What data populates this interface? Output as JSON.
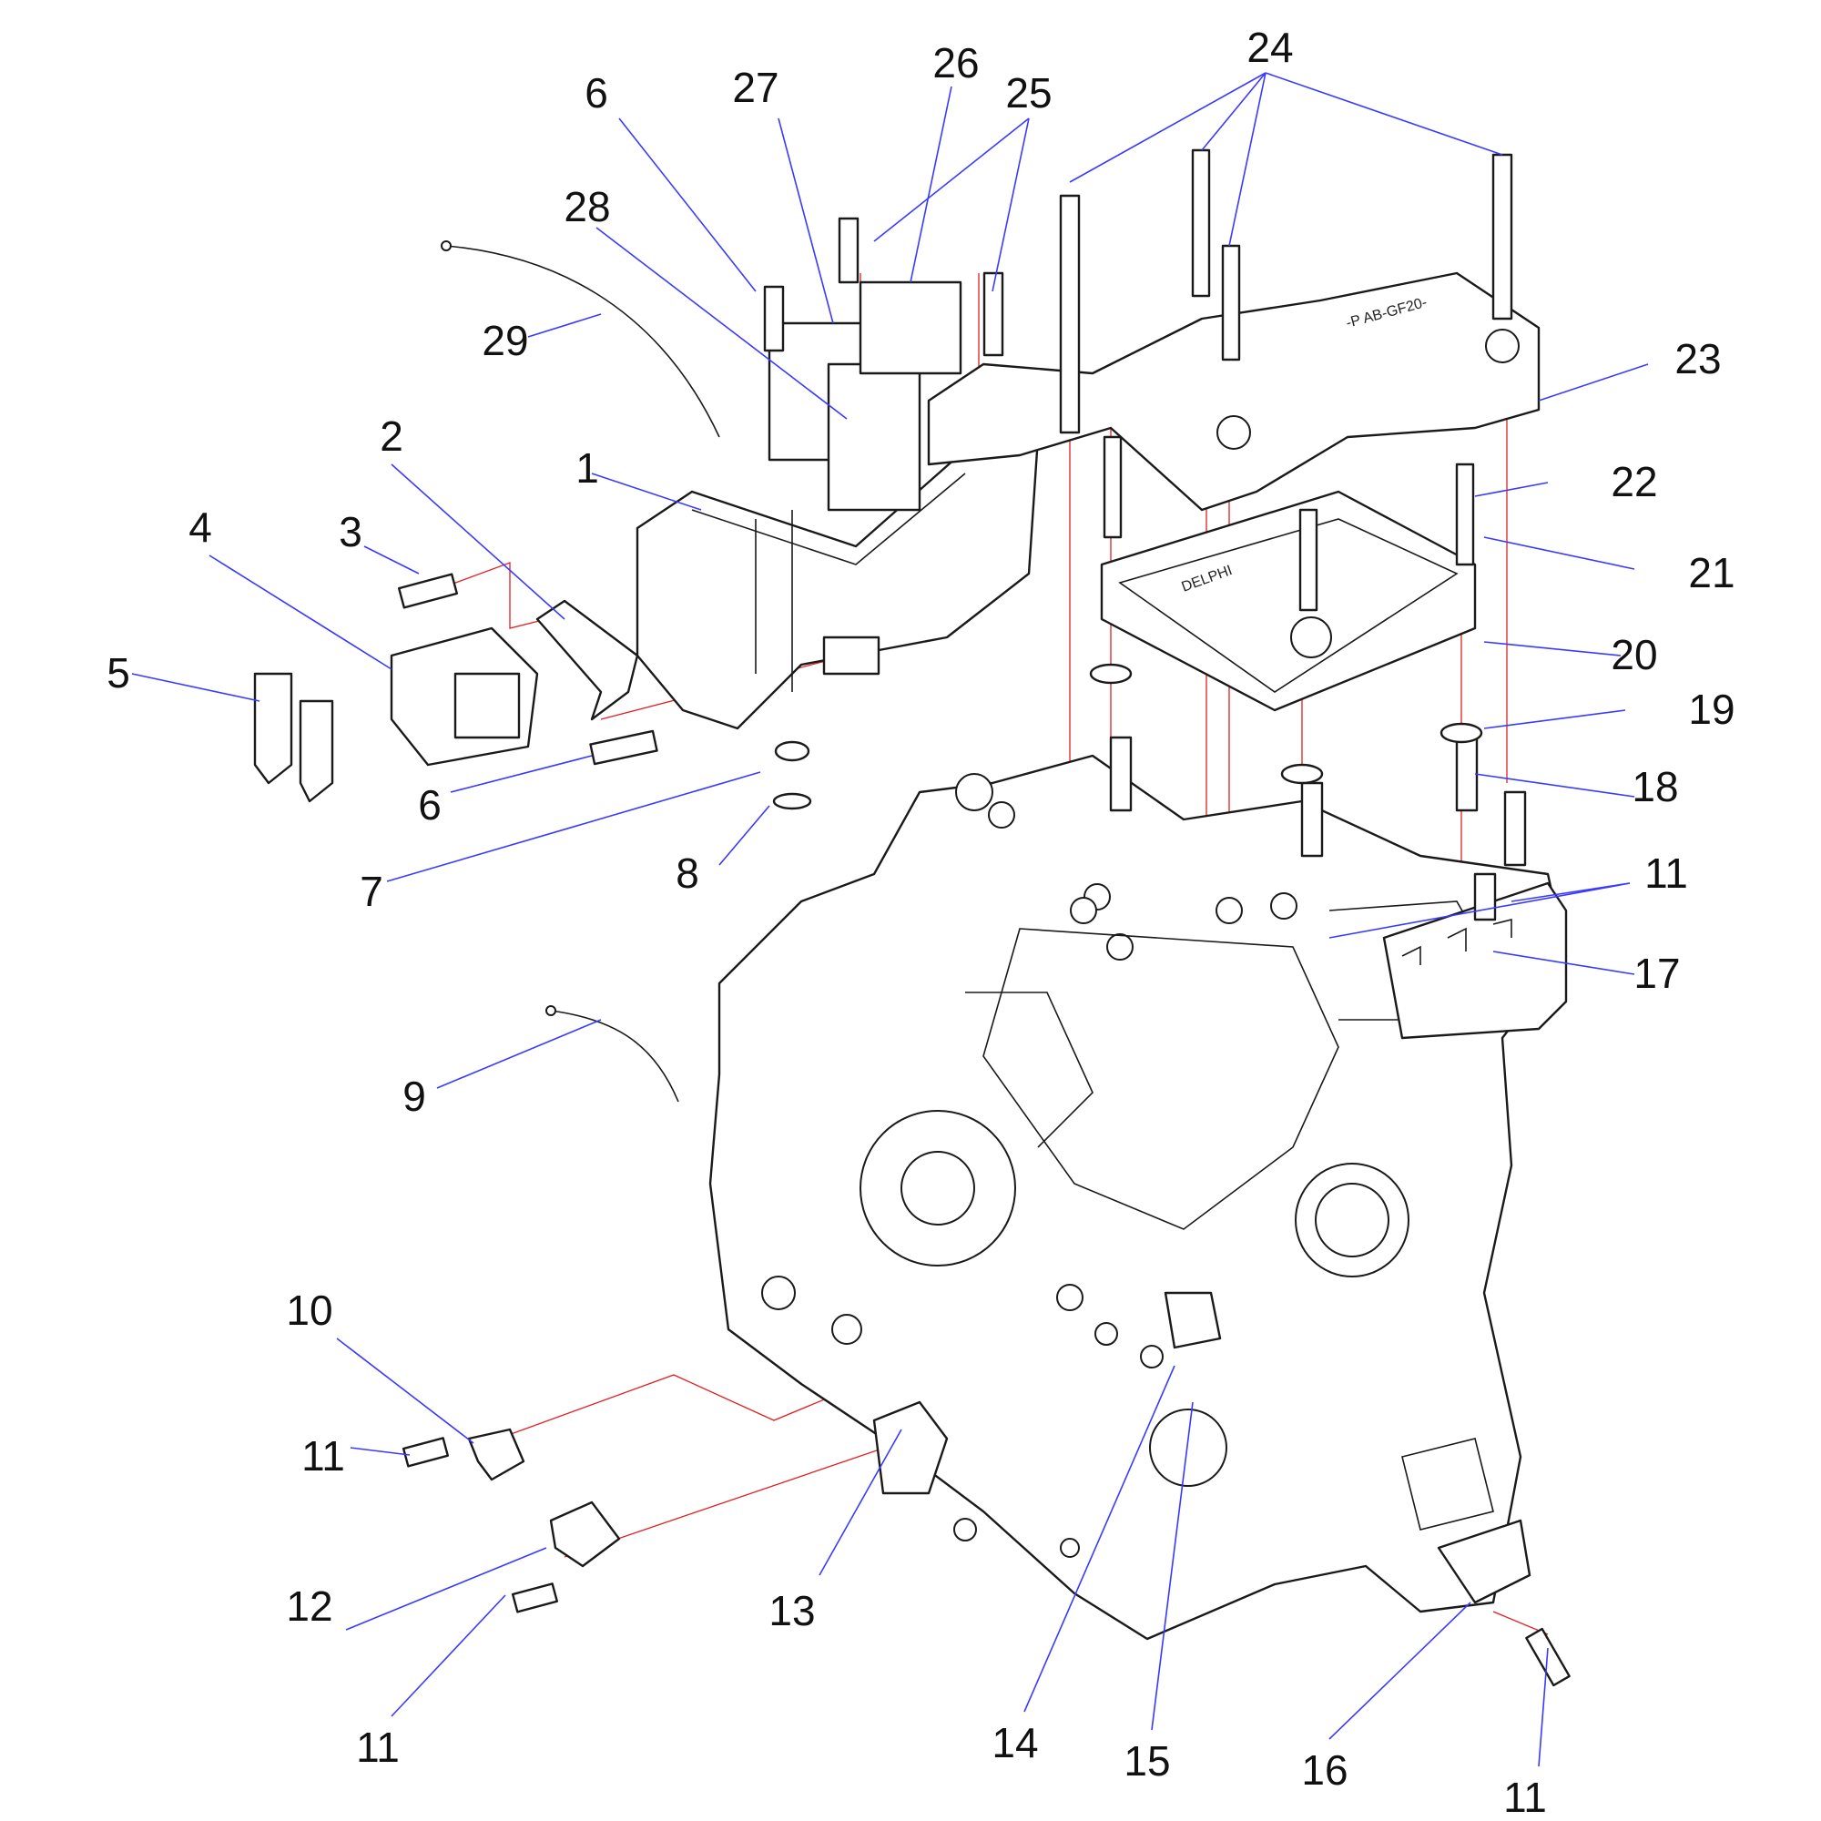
{
  "diagram": {
    "callouts": [
      {
        "id": "c1",
        "label": "1"
      },
      {
        "id": "c2",
        "label": "2"
      },
      {
        "id": "c3",
        "label": "3"
      },
      {
        "id": "c4",
        "label": "4"
      },
      {
        "id": "c5",
        "label": "5"
      },
      {
        "id": "c6a",
        "label": "6"
      },
      {
        "id": "c6b",
        "label": "6"
      },
      {
        "id": "c7",
        "label": "7"
      },
      {
        "id": "c8",
        "label": "8"
      },
      {
        "id": "c9",
        "label": "9"
      },
      {
        "id": "c10",
        "label": "10"
      },
      {
        "id": "c11a",
        "label": "11"
      },
      {
        "id": "c11b",
        "label": "11"
      },
      {
        "id": "c11c",
        "label": "11"
      },
      {
        "id": "c11d",
        "label": "11"
      },
      {
        "id": "c12",
        "label": "12"
      },
      {
        "id": "c13",
        "label": "13"
      },
      {
        "id": "c14",
        "label": "14"
      },
      {
        "id": "c15",
        "label": "15"
      },
      {
        "id": "c16",
        "label": "16"
      },
      {
        "id": "c17",
        "label": "17"
      },
      {
        "id": "c18",
        "label": "18"
      },
      {
        "id": "c19",
        "label": "19"
      },
      {
        "id": "c20",
        "label": "20"
      },
      {
        "id": "c21",
        "label": "21"
      },
      {
        "id": "c22",
        "label": "22"
      },
      {
        "id": "c23",
        "label": "23"
      },
      {
        "id": "c24",
        "label": "24"
      },
      {
        "id": "c25",
        "label": "25"
      },
      {
        "id": "c26",
        "label": "26"
      },
      {
        "id": "c27",
        "label": "27"
      },
      {
        "id": "c28",
        "label": "28"
      },
      {
        "id": "c29",
        "label": "29"
      }
    ],
    "colors": {
      "leader_line": "#3a3aff",
      "assembly_axis": "#e02020",
      "outline": "#1a1a1a",
      "background": "#ffffff"
    }
  }
}
